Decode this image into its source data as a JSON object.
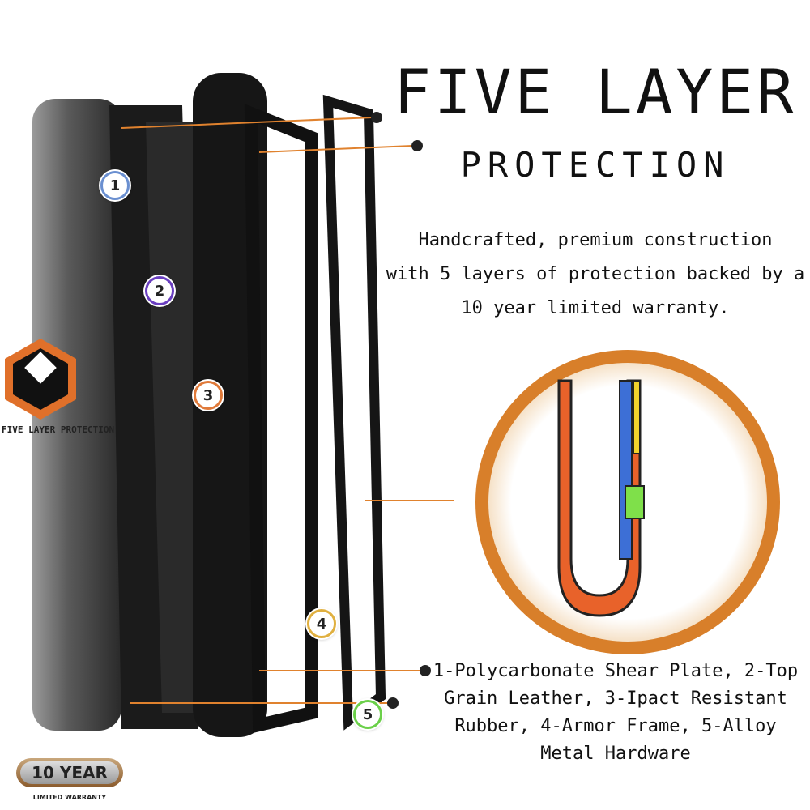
{
  "heading": {
    "title": "FIVE LAYER",
    "subtitle": "PROTECTION"
  },
  "description": [
    "Handcrafted, premium construction",
    "with 5 layers of protection backed by a",
    "10 year limited warranty."
  ],
  "legend": [
    "1-Polycarbonate Shear Plate, 2-Top",
    "Grain Leather, 3-Ipact Resistant",
    "Rubber, 4-Armor Frame, 5-Alloy",
    "Metal Hardware"
  ],
  "badges": [
    {
      "number": "1",
      "color": "#6a8fd0"
    },
    {
      "number": "2",
      "color": "#6a3fc0"
    },
    {
      "number": "3",
      "color": "#e07a3a"
    },
    {
      "number": "4",
      "color": "#e0b040"
    },
    {
      "number": "5",
      "color": "#6bd04a"
    }
  ],
  "logo": {
    "text": "FIVE LAYER PROTECTION",
    "accent": "#e0702a"
  },
  "warranty": {
    "main": "10 YEAR",
    "sub": "LIMITED WARRANTY"
  },
  "colors": {
    "accent_orange": "#e0822e",
    "text": "#111111"
  }
}
